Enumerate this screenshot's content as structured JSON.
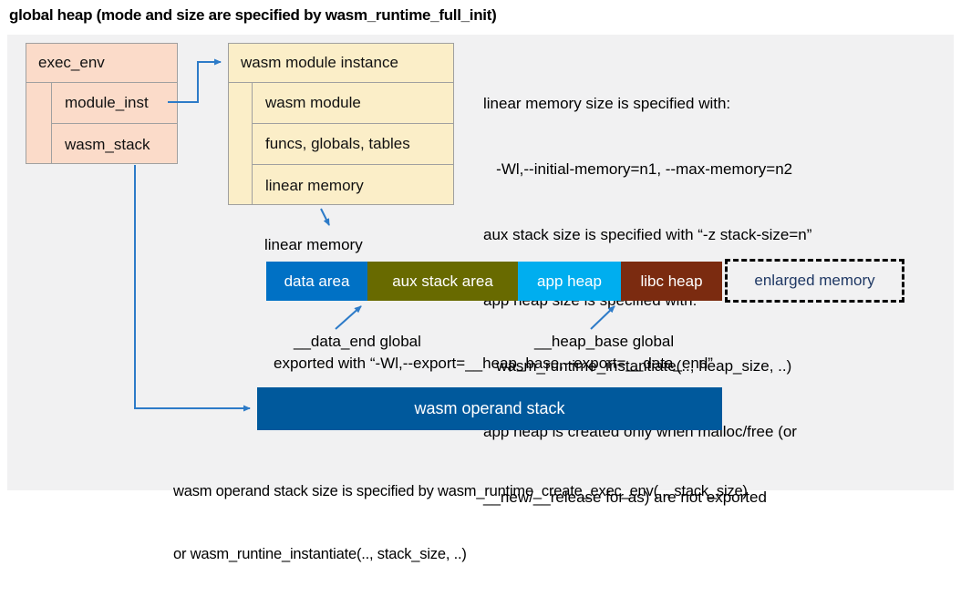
{
  "title": "global heap (mode and size are specified by wasm_runtime_full_init)",
  "exec_env": {
    "header": "exec_env",
    "fields": [
      "module_inst",
      "wasm_stack"
    ]
  },
  "module_instance": {
    "header": "wasm module instance",
    "fields": [
      "wasm module",
      "funcs, globals, tables",
      "linear memory"
    ]
  },
  "notes_right": {
    "lines": [
      "linear memory size is specified with:",
      "   -Wl,--initial-memory=n1, --max-memory=n2",
      "aux stack size is specified with “-z stack-size=n”",
      "app heap size is specified with:",
      "   wasm_runtime_instantiate(.., heap_size, ..)",
      "app heap is created only when malloc/free (or",
      "__new/__release for as) are not exported"
    ]
  },
  "linear_memory": {
    "label": "linear memory",
    "segments": [
      {
        "label": "data area",
        "color": "#0071c5"
      },
      {
        "label": "aux stack area",
        "color": "#686a00"
      },
      {
        "label": "app heap",
        "color": "#00aeef"
      },
      {
        "label": "libc heap",
        "color": "#7b2b10"
      },
      {
        "label": "enlarged memory",
        "color": "dashed-outline"
      }
    ],
    "annotations": {
      "data_end": "__data_end global",
      "heap_base": "__heap_base global",
      "exported": "exported with “-Wl,--export=__heap_base,--export=__data_end”"
    }
  },
  "operand_stack": {
    "label": "wasm operand stack",
    "note_line1": "wasm operand stack size is specified by wasm_runtime_create_exec_env(.., stack_size)",
    "note_line2": "or wasm_runtine_instantiate(.., stack_size, ..)"
  },
  "colors": {
    "panel_bg": "#f1f1f2",
    "exec_env_fill": "#fbdbc9",
    "module_instance_fill": "#fbeec8",
    "box_border": "#a0a0a0",
    "data_area": "#0071c5",
    "aux_stack_area": "#686a00",
    "app_heap": "#00aeef",
    "libc_heap": "#7b2b10",
    "operand_stack": "#00599c",
    "enlarged_memory_text": "#1f3864",
    "connector_blue": "#2d7bc8"
  }
}
